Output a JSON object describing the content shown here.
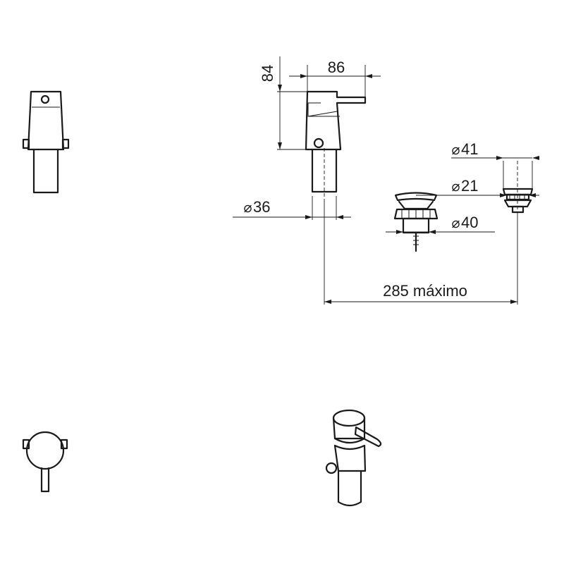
{
  "dimensions": {
    "height_label": "84",
    "spout_label": "86",
    "diameter_41_symbol": "⌀",
    "diameter_41_value": "41",
    "diameter_21_symbol": "⌀",
    "diameter_21_value": "21",
    "diameter_40_symbol": "⌀",
    "diameter_40_value": "40",
    "diameter_36_symbol": "⌀",
    "diameter_36_value": "36",
    "distance_label": "285 máximo"
  },
  "colors": {
    "line": "#1a1a1a",
    "background": "#ffffff"
  }
}
